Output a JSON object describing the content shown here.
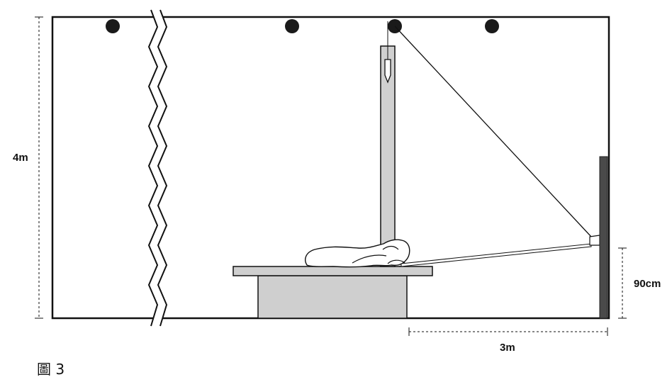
{
  "labels": {
    "height": "4m",
    "target_height": "90cm",
    "distance": "3m",
    "caption": "圖 3"
  },
  "colors": {
    "line": "#111111",
    "pole": "#d0d0d0",
    "table": "#cfcfcf",
    "wall_panel": "#4a4a4a",
    "light": "#1a1a1a"
  }
}
